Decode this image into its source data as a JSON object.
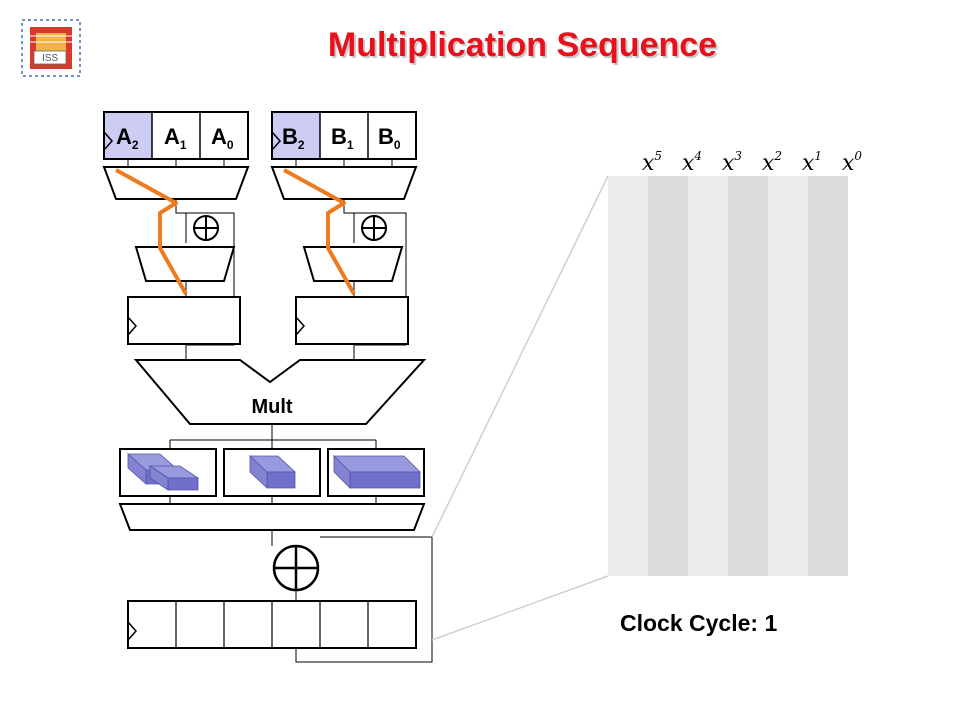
{
  "title": "Multiplication Sequence",
  "logo_text": "ISS",
  "registers": {
    "a": [
      {
        "base": "A",
        "sub": "2",
        "highlighted": true
      },
      {
        "base": "A",
        "sub": "1",
        "highlighted": false
      },
      {
        "base": "A",
        "sub": "0",
        "highlighted": false
      }
    ],
    "b": [
      {
        "base": "B",
        "sub": "2",
        "highlighted": true
      },
      {
        "base": "B",
        "sub": "1",
        "highlighted": false
      },
      {
        "base": "B",
        "sub": "0",
        "highlighted": false
      }
    ]
  },
  "multiplier_label": "Mult",
  "xor_symbol": "⊕",
  "timeline": {
    "columns": [
      {
        "base": "x",
        "exp": "5"
      },
      {
        "base": "x",
        "exp": "4"
      },
      {
        "base": "x",
        "exp": "3"
      },
      {
        "base": "x",
        "exp": "2"
      },
      {
        "base": "x",
        "exp": "1"
      },
      {
        "base": "x",
        "exp": "0"
      }
    ]
  },
  "clock": {
    "label": "Clock Cycle:",
    "value": "1",
    "display": "Clock Cycle: 1"
  },
  "colors": {
    "title": "#e8101a",
    "highlight": "#ccccf5",
    "wire_orange": "#f07a1e",
    "block_top": "#9999dd",
    "block_front": "#6f6fcc",
    "stripe_dark": "#dcdcdc",
    "stripe_light": "#ececec"
  }
}
